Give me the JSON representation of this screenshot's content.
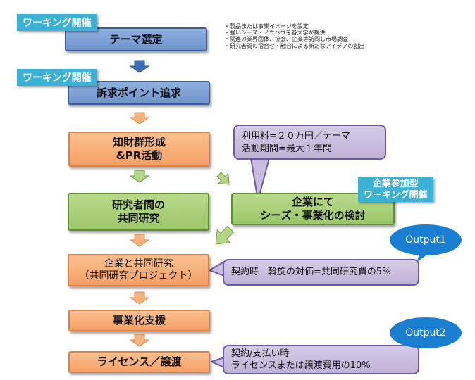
{
  "notes": [
    "・製品または事業イメージを設定",
    "・強いシーズ・ノウハウを各大学が提供",
    "・関連の業界団体、協会、企業等訪問し市場調査",
    "・研究者間の摺合せ・融合による新たなアイデアの創出"
  ],
  "steps": {
    "theme": "テーマ選定",
    "appeal": "訴求ポイント追求",
    "ip": "知財群形成\n&PR活動",
    "joint": "研究者間の\n共同研究",
    "company_review": "企業にて\nシーズ・事業化の検討",
    "company_joint": "企業と共同研究\n（共同研究プロジェクト）",
    "support": "事業化支援",
    "license": "ライセンス／譲渡"
  },
  "tags": {
    "working1": "ワーキング開催",
    "working2": "ワーキング開催",
    "company_working": "企業参加型\nワーキング開催"
  },
  "callouts": {
    "fee": "利用料=２０万円／テーマ\n活動期間=最大１年間",
    "contract": "契約時　斡旋の対価=共同研究費の5%",
    "payment": "契約/支払い時\nライセンスまたは譲渡費用の10%"
  },
  "outputs": {
    "output1": "Output1",
    "output2": "Output2"
  },
  "colors": {
    "blue": "#6f94cc",
    "orange": "#f5a066",
    "green": "#9cc769",
    "tag": "#3cb1d6",
    "callout": "#bfb2d8",
    "bubble": "#1a7fd1"
  }
}
